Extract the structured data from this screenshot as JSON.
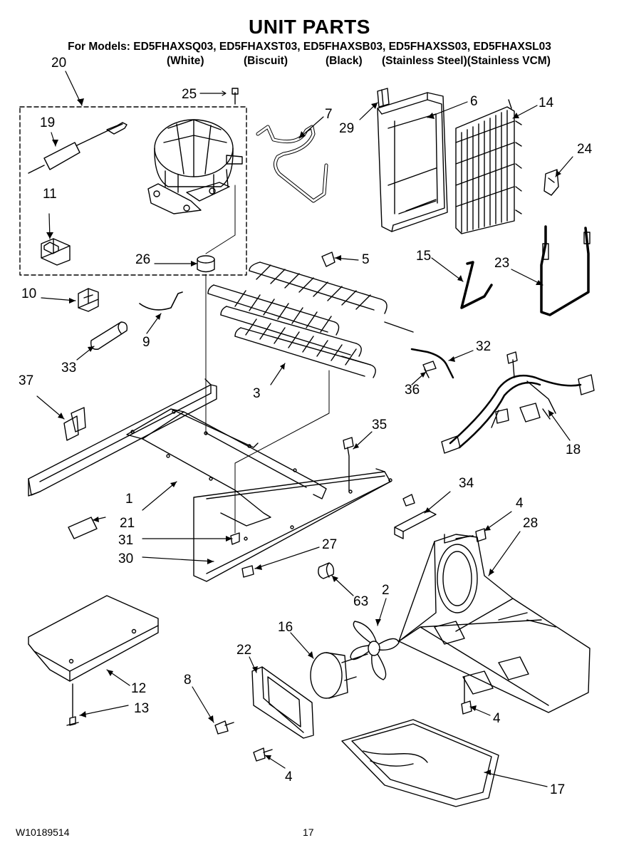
{
  "header": {
    "title": "UNIT PARTS",
    "models_line": "For Models: ED5FHAXSQ03, ED5FHAXST03, ED5FHAXSB03, ED5FHAXSS03, ED5FHAXSL03",
    "colors": [
      "(White)",
      "(Biscuit)",
      "(Black)",
      "(Stainless Steel)(Stainless VCM)"
    ]
  },
  "callouts": [
    "20",
    "25",
    "7",
    "6",
    "14",
    "19",
    "29",
    "24",
    "11",
    "26",
    "5",
    "15",
    "23",
    "10",
    "9",
    "33",
    "32",
    "37",
    "3",
    "36",
    "35",
    "18",
    "1",
    "21",
    "34",
    "4",
    "28",
    "31",
    "27",
    "30",
    "63",
    "2",
    "16",
    "22",
    "8",
    "12",
    "13",
    "4",
    "17",
    "4"
  ],
  "footer": {
    "doc_number": "W10189514",
    "page_number": "17"
  }
}
